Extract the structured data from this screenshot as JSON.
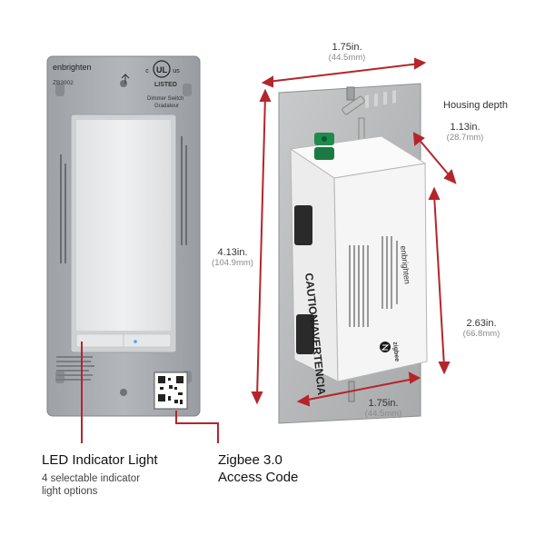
{
  "device": {
    "brand": "enbrighten",
    "model": "ZB3002",
    "listing_mark": "LISTED",
    "product_line_en": "Dimmer Switch",
    "product_line_fr": "Gradateur",
    "caution_text": "CAUTION/AVERTENCIA",
    "zigbee_mark": "zigbee"
  },
  "dimensions": {
    "top_width": {
      "value": "1.75in.",
      "metric": "(44.5mm)"
    },
    "housing_label": "Housing depth",
    "housing_depth": {
      "value": "1.13in.",
      "metric": "(28.7mm)"
    },
    "height": {
      "value": "4.13in.",
      "metric": "(104.9mm)"
    },
    "housing_height": {
      "value": "2.63in.",
      "metric": "(66.8mm)"
    },
    "bottom_width": {
      "value": "1.75in.",
      "metric": "(44.5mm)"
    }
  },
  "callouts": {
    "led": {
      "title": "LED Indicator Light",
      "subtitle": "4 selectable indicator light options"
    },
    "zigbee": {
      "title": "Zigbee 3.0 Access Code"
    }
  },
  "colors": {
    "accent_red": "#b5252c",
    "plate_gray": "#a9adb1",
    "paddle_white": "#eceeef",
    "housing_white": "#f4f4f4",
    "terminal_green": "#1f8a4c"
  }
}
